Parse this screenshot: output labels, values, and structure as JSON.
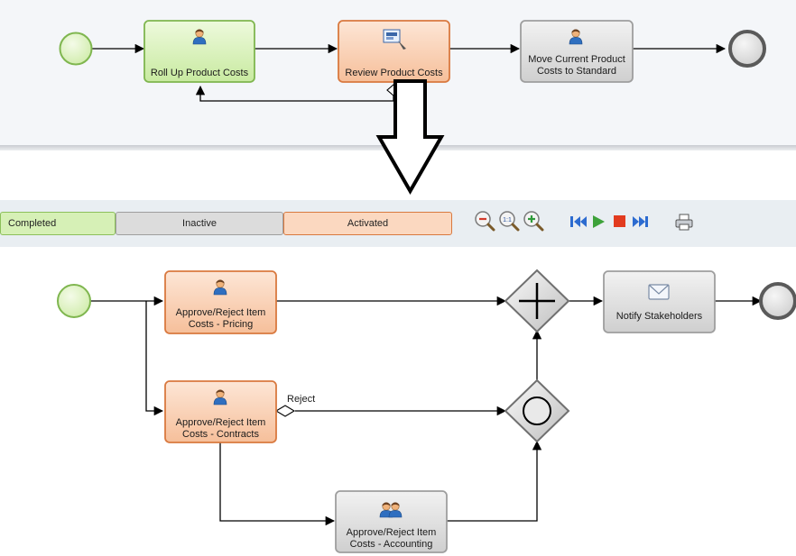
{
  "top_process": {
    "tasks": [
      {
        "id": "rollup",
        "label": "Roll Up Product Costs",
        "status": "completed",
        "icon": "user-icon"
      },
      {
        "id": "review",
        "label": "Review Product Costs",
        "status": "activated",
        "icon": "form-icon"
      },
      {
        "id": "move",
        "label": "Move Current Product Costs to Standard",
        "status": "inactive",
        "icon": "user-icon"
      }
    ]
  },
  "legend": {
    "completed": "Completed",
    "inactive": "Inactive",
    "activated": "Activated"
  },
  "toolbar": {
    "buttons": [
      "zoom-out-icon",
      "zoom-actual-icon",
      "zoom-in-icon",
      "rewind-icon",
      "play-icon",
      "stop-icon",
      "fast-forward-icon",
      "print-icon"
    ]
  },
  "bottom_process": {
    "tasks": [
      {
        "id": "pricing",
        "label": "Approve/Reject Item Costs - Pricing",
        "status": "activated",
        "icon": "user-icon"
      },
      {
        "id": "contracts",
        "label": "Approve/Reject Item Costs - Contracts",
        "status": "activated",
        "icon": "user-icon"
      },
      {
        "id": "accounting",
        "label": "Approve/Reject Item Costs - Accounting",
        "status": "inactive",
        "icon": "group-icon"
      },
      {
        "id": "notify",
        "label": "Notify Stakeholders",
        "status": "inactive",
        "icon": "envelope-icon"
      }
    ],
    "edge_labels": {
      "reject": "Reject"
    }
  },
  "colors": {
    "completed_fill": "#d6f0b6",
    "completed_border": "#8cc05a",
    "activated_fill": "#fbd8c0",
    "activated_border": "#d9793f",
    "inactive_fill": "#dcdcdc",
    "inactive_border": "#9e9e9e"
  }
}
